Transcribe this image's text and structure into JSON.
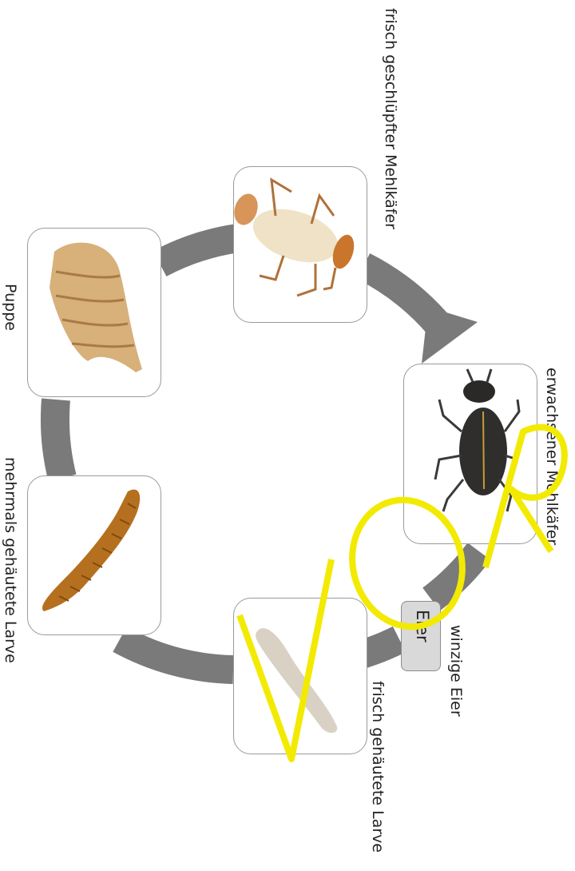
{
  "stages": {
    "fresh_beetle": "frisch geschlüpfter Mehlkäfer",
    "adult_beetle": "erwachsener Mehlkäfer",
    "eggs": "winzige Eier",
    "fresh_larva": "frisch gehäutete Larve",
    "molted_larva": "mehrmals gehäutete Larve",
    "pupa": "Puppe"
  },
  "eggs_button_label": "Eier",
  "watermark": "VOR",
  "colors": {
    "arrow": "#7a7a7a",
    "watermark": "#f2ea00",
    "card_border": "#9a9a9a"
  }
}
